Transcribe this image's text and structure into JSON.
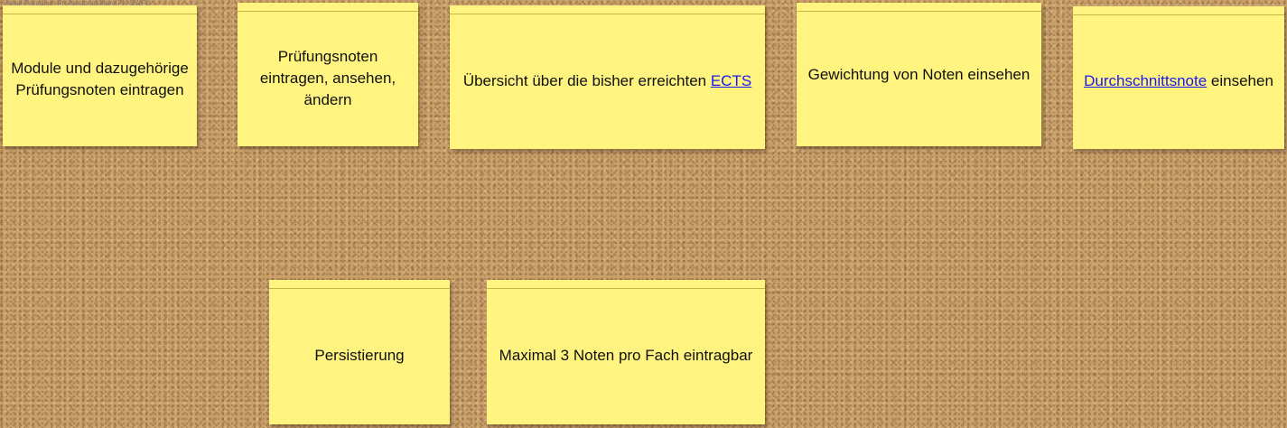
{
  "watermark": "Visual Paradigm Professional(Marc(FH SWF))",
  "notes": [
    {
      "text": "Module und dazugehörige Prüfungsnoten eintragen"
    },
    {
      "text": "Prüfungsnoten eintragen, ansehen, ändern"
    },
    {
      "text_before": "Übersicht über die bisher erreichten ",
      "link": "ECTS",
      "text_after": ""
    },
    {
      "text": "Gewichtung von Noten einsehen"
    },
    {
      "text_before": "",
      "link": "Durchschnittsnote",
      "text_after": " einsehen"
    },
    {
      "text": "Persistierung"
    },
    {
      "text": "Maximal 3 Noten pro Fach eintragbar"
    }
  ]
}
